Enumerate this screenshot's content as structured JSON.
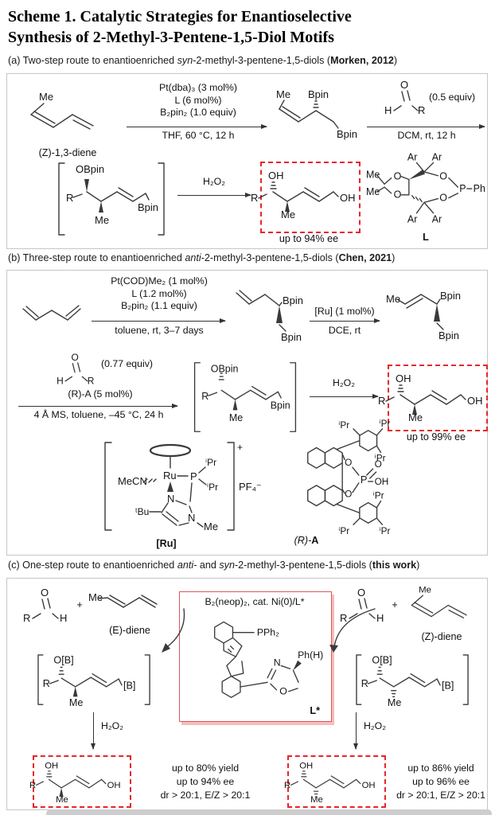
{
  "title": {
    "line1": "Scheme 1. Catalytic Strategies for Enantioselective",
    "line2": "Synthesis of 2-Methyl-3-Pentene-1,5-Diol Motifs"
  },
  "cap_a": {
    "p1": "(a) Two-step route to enantioenriched ",
    "i1": "syn",
    "p2": "-2-methyl-3-pentene-1,5-diols (",
    "b1": "Morken, 2012",
    "p3": ")"
  },
  "cap_b": {
    "p1": "(b) Three-step route to enantioenriched ",
    "i1": "anti",
    "p2": "-2-methyl-3-pentene-1,5-diols (",
    "b1": "Chen, 2021",
    "p3": ")"
  },
  "cap_c": {
    "p1": "(c) One-step route to enantioenriched ",
    "i1": "anti-",
    "p2": " and ",
    "i2": "syn",
    "p3": "-2-methyl-3-pentene-1,5-diols (",
    "b1": "this work",
    "p4": ")"
  },
  "panel_a": {
    "zdiene_label": "(Z)-1,3-diene",
    "s1_above": [
      "Pt(dba)₃ (3 mol%)",
      "L (6 mol%)",
      "B₂pin₂ (1.0 equiv)"
    ],
    "s1_below": "THF, 60 °C, 12 h",
    "equiv": "(0.5 equiv)",
    "s2_below": "DCM, rt, 12 h",
    "h2o2": "H₂O₂",
    "ee": "up to 94% ee",
    "ligand_label": "L"
  },
  "panel_b": {
    "s1_above": [
      "Pt(COD)Me₂ (1 mol%)",
      "L (1.2 mol%)",
      "B₂pin₂ (1.1 equiv)"
    ],
    "s1_below": "toluene, rt, 3–7 days",
    "s2_above": "[Ru] (1 mol%)",
    "s2_below": "DCE, rt",
    "s3_equiv": "(0.77 equiv)",
    "s3_cat": "(R)-A (5 mol%)",
    "s3_below": "4 Å MS, toluene, –45 °C, 24 h",
    "h2o2": "H₂O₂",
    "ee": "up to 99% ee",
    "ru_label": "[Ru]",
    "ru_charge": "+",
    "ru_counterion": "PF₄⁻",
    "acid_label_1": "(R)-",
    "acid_label_2": "A"
  },
  "panel_c": {
    "box_title": "B₂(neop)₂, cat. Ni(0)/L*",
    "lstar_label": "L*",
    "ediene_label": "(E)-diene",
    "zdiene_label": "(Z)-diene",
    "plus": "+",
    "h2o2": "H₂O₂",
    "left_stats": [
      "up to 80% yield",
      "up to 94% ee",
      "dr > 20:1, E/Z > 20:1"
    ],
    "right_stats": [
      "up to 86% yield",
      "up to 96% ee",
      "dr > 20:1, E/Z > 20:1"
    ]
  },
  "atoms": {
    "me": "Me",
    "bpin": "Bpin",
    "obpin": "OBpin",
    "oh": "OH",
    "r": "R",
    "h": "H",
    "o": "O",
    "ob": "O[B]",
    "b": "[B]",
    "n": "N",
    "p": "P",
    "ph": "Ph",
    "ar": "Ar",
    "mecn": "MeCN",
    "ru": "Ru",
    "tbu": "ᵗBu",
    "ipr": "ⁱPr",
    "pph2": "PPh₂",
    "phh": "Ph(H)"
  },
  "colors": {
    "highlight_red": "#e8262a",
    "panel_border": "#c6c6c6",
    "structure": "#3a3a3a"
  }
}
